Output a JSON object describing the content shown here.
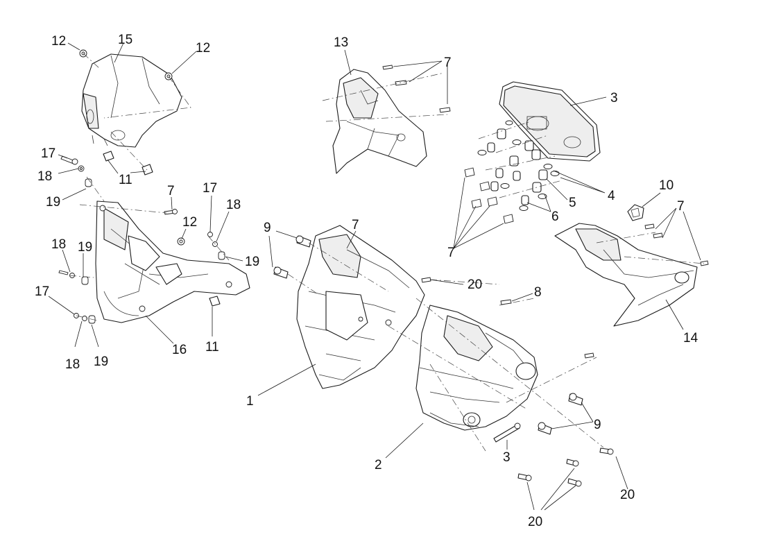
{
  "diagram": {
    "type": "exploded-parts-view",
    "callouts": [
      {
        "id": "c12a",
        "label": "12"
      },
      {
        "id": "c15",
        "label": "15"
      },
      {
        "id": "c12b",
        "label": "12"
      },
      {
        "id": "c13",
        "label": "13"
      },
      {
        "id": "c7a",
        "label": "7"
      },
      {
        "id": "c3a",
        "label": "3"
      },
      {
        "id": "c17a",
        "label": "17"
      },
      {
        "id": "c18a",
        "label": "18"
      },
      {
        "id": "c11a",
        "label": "11"
      },
      {
        "id": "c19a",
        "label": "19"
      },
      {
        "id": "c7b",
        "label": "7"
      },
      {
        "id": "c17b",
        "label": "17"
      },
      {
        "id": "c18b",
        "label": "18"
      },
      {
        "id": "c12c",
        "label": "12"
      },
      {
        "id": "c19b",
        "label": "19"
      },
      {
        "id": "c18c",
        "label": "18"
      },
      {
        "id": "c19c",
        "label": "19"
      },
      {
        "id": "c17c",
        "label": "17"
      },
      {
        "id": "c18d",
        "label": "18"
      },
      {
        "id": "c19d",
        "label": "19"
      },
      {
        "id": "c16",
        "label": "16"
      },
      {
        "id": "c11b",
        "label": "11"
      },
      {
        "id": "c9a",
        "label": "9"
      },
      {
        "id": "c7c",
        "label": "7"
      },
      {
        "id": "c20a",
        "label": "20"
      },
      {
        "id": "c8",
        "label": "8"
      },
      {
        "id": "c1",
        "label": "1"
      },
      {
        "id": "c4",
        "label": "4"
      },
      {
        "id": "c5",
        "label": "5"
      },
      {
        "id": "c6",
        "label": "6"
      },
      {
        "id": "c7d",
        "label": "7"
      },
      {
        "id": "c10",
        "label": "10"
      },
      {
        "id": "c7e",
        "label": "7"
      },
      {
        "id": "c14",
        "label": "14"
      },
      {
        "id": "c9b",
        "label": "9"
      },
      {
        "id": "c3b",
        "label": "3"
      },
      {
        "id": "c2",
        "label": "2"
      },
      {
        "id": "c20b",
        "label": "20"
      },
      {
        "id": "c20c",
        "label": "20"
      }
    ]
  }
}
